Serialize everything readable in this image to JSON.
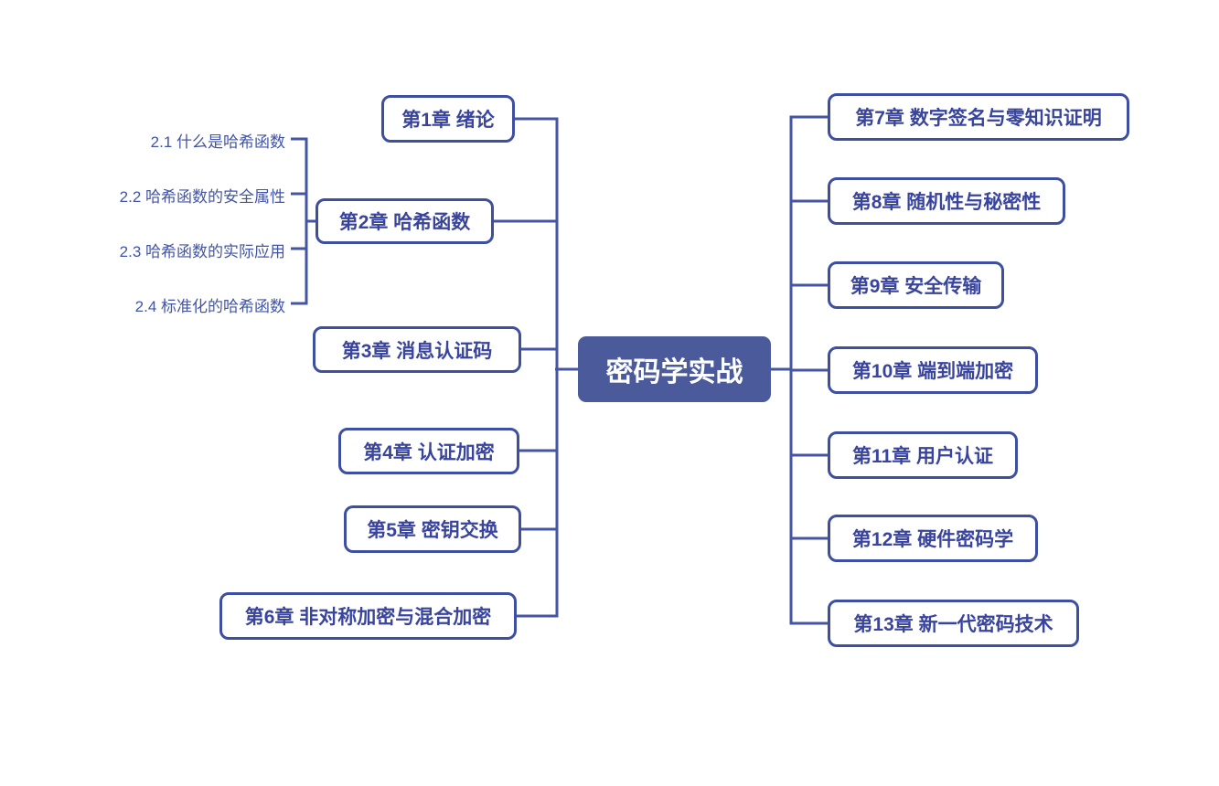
{
  "diagram": {
    "type": "mindmap",
    "colors": {
      "background": "#ffffff",
      "line": "#4456a3",
      "box_border": "#3e4ea1",
      "box_text": "#39449d",
      "central_background": "#4a5a9b",
      "central_text": "#ffffff",
      "subtopic_text": "#4254a6"
    },
    "central": {
      "label": "密码学实战"
    },
    "left_branches": [
      {
        "label": "第1章 绪论"
      },
      {
        "label": "第2章 哈希函数"
      },
      {
        "label": "第3章 消息认证码"
      },
      {
        "label": "第4章 认证加密"
      },
      {
        "label": "第5章 密钥交换"
      },
      {
        "label": "第6章 非对称加密与混合加密"
      }
    ],
    "chapter2_subtopics": [
      "2.1 什么是哈希函数",
      "2.2 哈希函数的安全属性",
      "2.3 哈希函数的实际应用",
      "2.4 标准化的哈希函数"
    ],
    "right_branches": [
      {
        "label": "第7章 数字签名与零知识证明"
      },
      {
        "label": "第8章 随机性与秘密性"
      },
      {
        "label": "第9章 安全传输"
      },
      {
        "label": "第10章 端到端加密"
      },
      {
        "label": "第11章 用户认证"
      },
      {
        "label": "第12章 硬件密码学"
      },
      {
        "label": "第13章 新一代密码技术"
      }
    ]
  }
}
